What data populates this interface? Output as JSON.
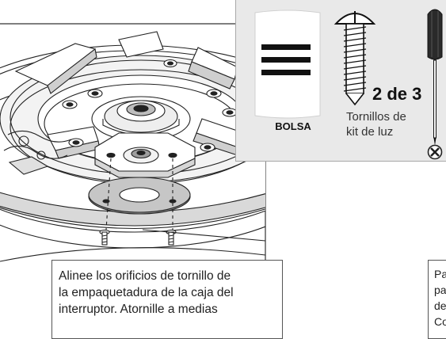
{
  "callout": {
    "bag_label": "BOLSA",
    "count_label": "2 de 3",
    "screw_caption": [
      "Tornillos de",
      "kit de luz"
    ]
  },
  "instruction": {
    "lines": [
      "Alinee los orificios de tornillo de",
      "la empaquetadura de la caja del",
      "interruptor. Atornille a medias"
    ]
  },
  "side_note": {
    "lines": [
      "Pa",
      "pa",
      "de",
      "Co"
    ]
  },
  "icons": {
    "bag": "bag-icon",
    "screw": "screw-icon",
    "screwdriver": "phillips-screwdriver-icon",
    "phillips_head": "phillips-head-icon",
    "assembly": "fan-switch-housing-illustration"
  },
  "colors": {
    "callout_background": "#e9e9e9",
    "line_art": "#222222",
    "page": "#ffffff"
  }
}
